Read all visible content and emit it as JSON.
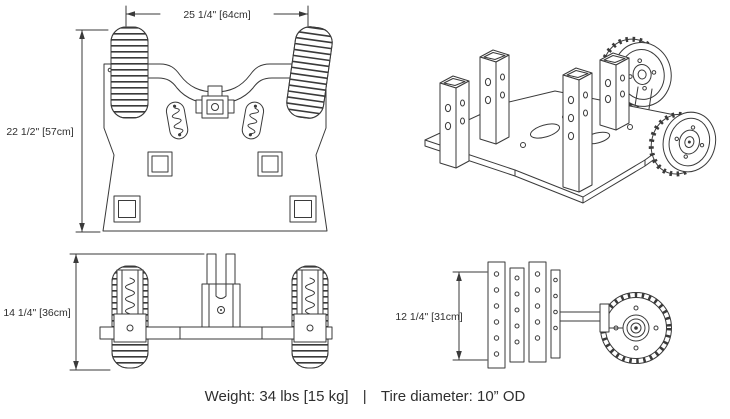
{
  "colors": {
    "line": "#3a3a3a",
    "text": "#2f2f2f",
    "background": "#ffffff"
  },
  "views": {
    "top": {
      "width_dim": "25 1/4\" [64cm]",
      "height_dim": "22 1/2\" [57cm]"
    },
    "front": {
      "height_dim": "14 1/4\" [36cm]"
    },
    "side": {
      "height_dim": "12 1/4\" [31cm]"
    }
  },
  "footer": {
    "weight": "Weight: 34 lbs [15 kg]",
    "separator": "|",
    "tire": "Tire diameter: 10” OD"
  }
}
